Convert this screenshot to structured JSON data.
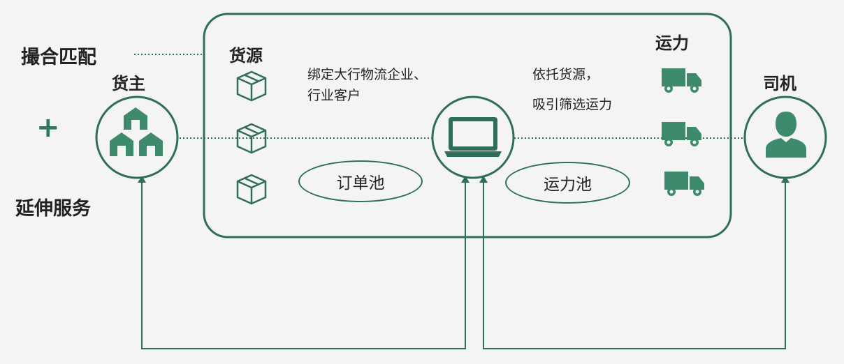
{
  "colors": {
    "primary": "#2f6e58",
    "accent": "#3d8a6c",
    "background": "#f3f4f3"
  },
  "left_labels": {
    "match": "撮合匹配",
    "plus": "+",
    "extend": "延伸服务"
  },
  "shipper": {
    "label": "货主",
    "icon": "warehouse-icon"
  },
  "cargo": {
    "label": "货源",
    "icon": "package-box-icon"
  },
  "cargo_desc": {
    "line1": "绑定大行物流企业、",
    "line2": "行业客户"
  },
  "order_pool": "订单池",
  "capacity": {
    "label": "运力",
    "icon": "truck-icon"
  },
  "capacity_desc": {
    "line1": "依托货源，",
    "line2": "吸引筛选运力"
  },
  "capacity_pool": "运力池",
  "platform": {
    "icon": "laptop-icon"
  },
  "driver": {
    "label": "司机",
    "icon": "person-icon"
  }
}
